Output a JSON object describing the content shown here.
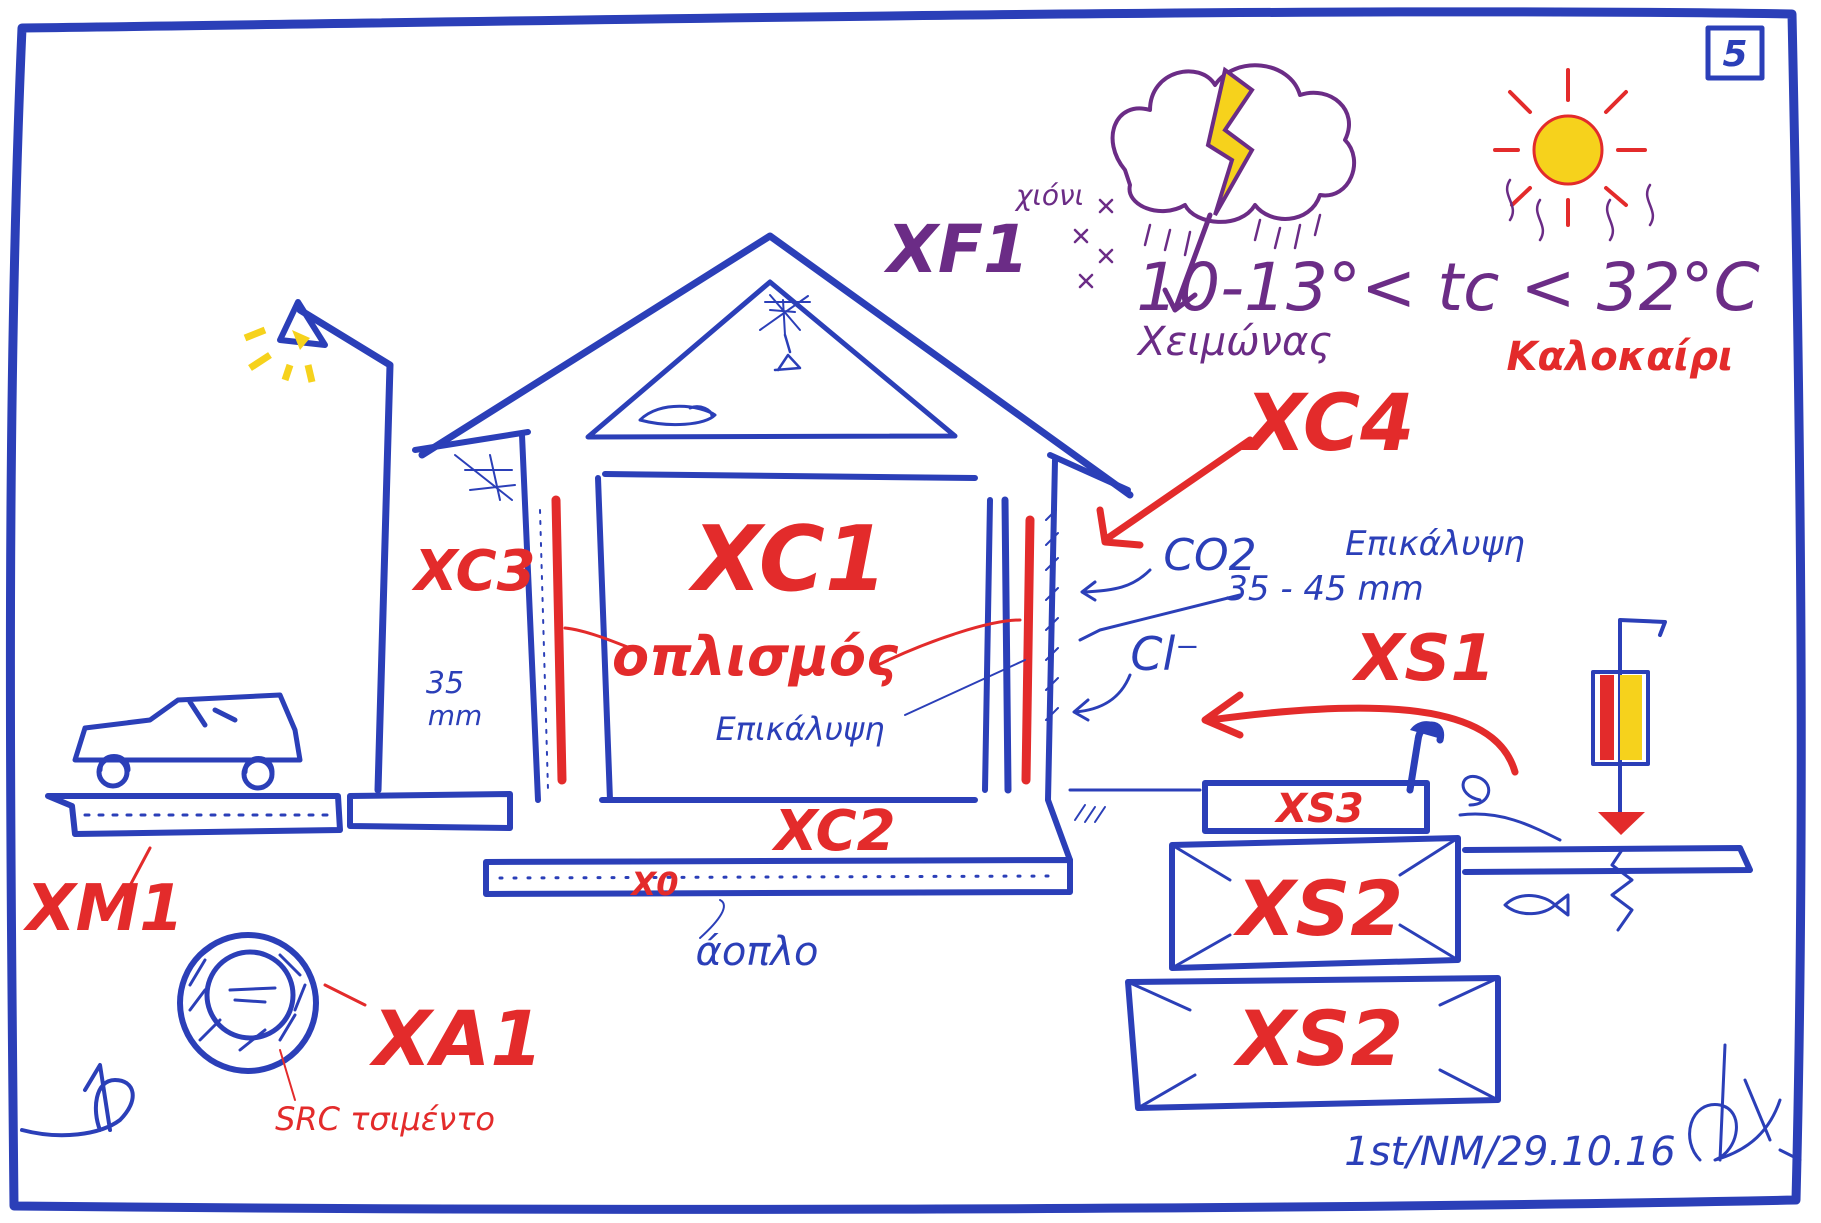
{
  "page_number": "5",
  "labels": {
    "xc1": "XC1",
    "xc2": "XC2",
    "xc3": "XC3",
    "xc4": "XC4",
    "xs1": "XS1",
    "xs2_top": "XS2",
    "xs2_bottom": "XS2",
    "xs3": "XS3",
    "xf1": "XF1",
    "xm1": "XM1",
    "xa1": "XA1",
    "x0": "X0"
  },
  "annotations": {
    "xioni": "χιόνι",
    "xeimonas": "Χειμώνας",
    "temperature": "10-13°< tc < 32°C",
    "kalokairi": "Καλοκαίρι",
    "co2": "CO2",
    "epikalypsi_top": "Επικάλυψη",
    "epikalypsi_mm": "35 - 45 mm",
    "chloride": "Cl⁻",
    "oplismos": "οπλισμός",
    "epikalypsi_inner": "Επικάλυψη",
    "cover_35": "35",
    "cover_mm": "mm",
    "adoplo": "άοπλο",
    "src": "SRC τσιμέντο",
    "signature_date": "1st/NM/29.10.16"
  },
  "colors": {
    "blue": "#2b3fb8",
    "red": "#e32b2b",
    "purple": "#6b2c86",
    "yellow": "#f6d21c"
  }
}
